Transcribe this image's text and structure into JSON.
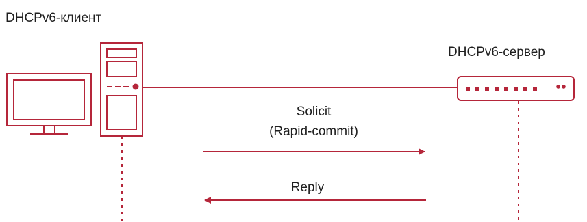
{
  "client": {
    "label": "DHCPv6-клиент"
  },
  "server": {
    "label": "DHCPv6-сервер"
  },
  "messages": [
    {
      "label_line1": "Solicit",
      "label_line2": "(Rapid-commit)",
      "direction": "client-to-server"
    },
    {
      "label_line1": "Reply",
      "direction": "server-to-client"
    }
  ],
  "colors": {
    "accent": "#b5263a",
    "text": "#1f1f1f",
    "background": "#ffffff"
  },
  "icons": [
    "desktop-monitor-icon",
    "pc-tower-icon",
    "server-switch-icon"
  ]
}
